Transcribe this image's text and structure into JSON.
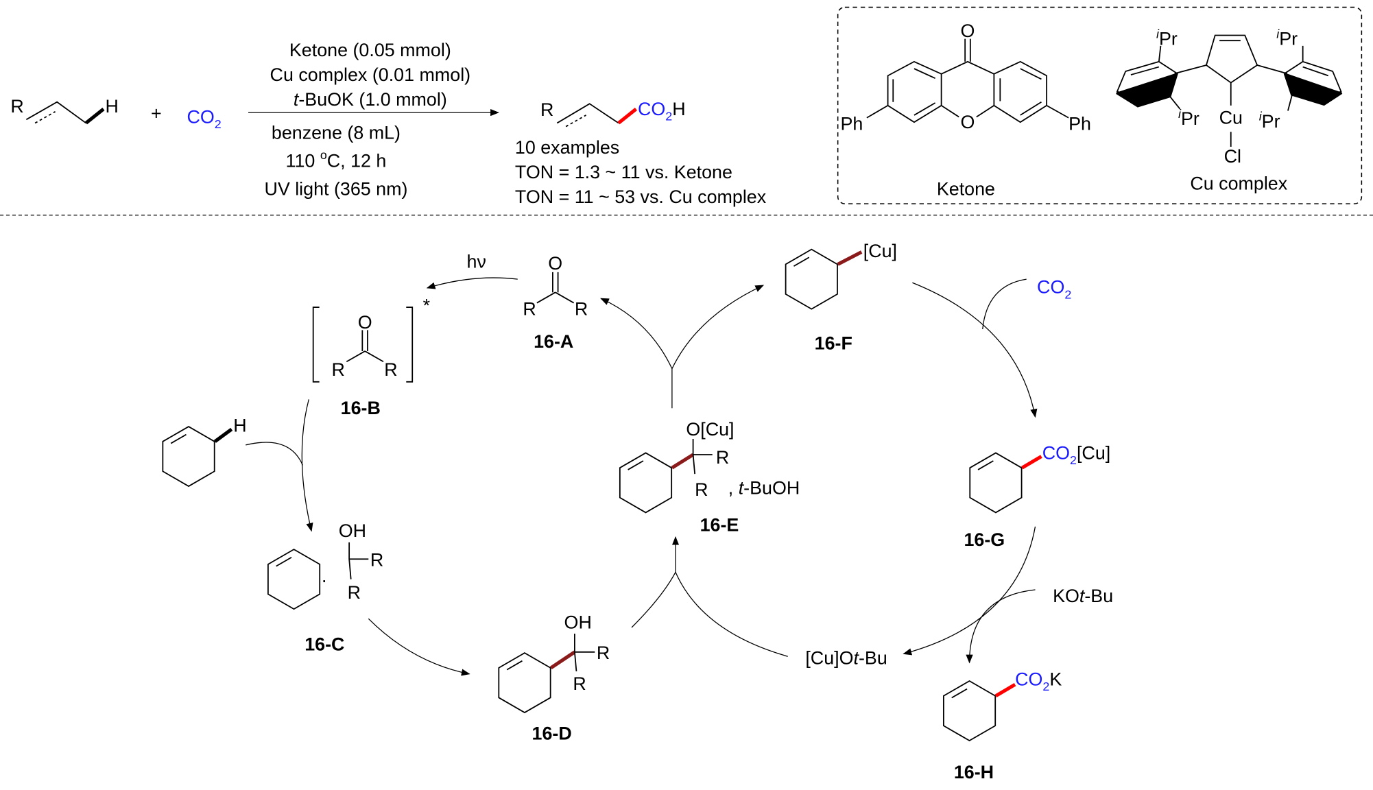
{
  "colors": {
    "co2_text": "#1a1aff",
    "new_bond": "#ff0000",
    "allylic_bond": "#8b1a1a"
  },
  "reaction": {
    "reactant_r": "R",
    "reactant_h": "H",
    "plus": "+",
    "co2": [
      "CO",
      "2"
    ],
    "conditions_above": [
      "Ketone (0.05 mmol)",
      "Cu complex (0.01 mmol)"
    ],
    "base": [
      "t",
      "-BuOK (1.0 mmol)"
    ],
    "solvent": "benzene (8 mL)",
    "temperature": [
      "110 ",
      "o",
      "C, 12 h"
    ],
    "light": "UV light (365 nm)",
    "product_r": "R",
    "product_co2h": [
      "CO",
      "2",
      "H"
    ],
    "results": [
      "10 examples",
      "TON = 1.3 ~ 11 vs. Ketone",
      "TON = 11 ~ 53 vs. Cu complex"
    ]
  },
  "catalysts": {
    "ketone": {
      "o_carbonyl": "O",
      "o_ring": "O",
      "ph": "Ph",
      "label": "Ketone"
    },
    "cu_complex": {
      "ipr": [
        "i",
        "Pr"
      ],
      "cu": "Cu",
      "cl": "Cl",
      "label": "Cu complex"
    }
  },
  "cycle": {
    "hv": "hν",
    "a": {
      "o": "O",
      "r": "R",
      "label": "16-A"
    },
    "b": {
      "o": "O",
      "r": "R",
      "star": "*",
      "label": "16-B"
    },
    "substrate_h": "H",
    "c": {
      "oh": "OH",
      "r": "R",
      "dot": "·",
      "label": "16-C"
    },
    "d": {
      "oh": "OH",
      "r": "R",
      "label": "16-D"
    },
    "e": {
      "ocu": "O[Cu]",
      "r": "R",
      "tbuoh": [
        ", ",
        "t",
        "-BuOH"
      ],
      "label": "16-E"
    },
    "f": {
      "cu": "[Cu]",
      "label": "16-F"
    },
    "co2": [
      "CO",
      "2"
    ],
    "g": {
      "co2cu": [
        "CO",
        "2",
        "[Cu]"
      ],
      "label": "16-G"
    },
    "kotbu": [
      "KO",
      "t",
      "-Bu"
    ],
    "cuotbu": [
      "[Cu]O",
      "t",
      "-Bu"
    ],
    "h": {
      "co2k": [
        "CO",
        "2",
        "K"
      ],
      "label": "16-H"
    }
  }
}
